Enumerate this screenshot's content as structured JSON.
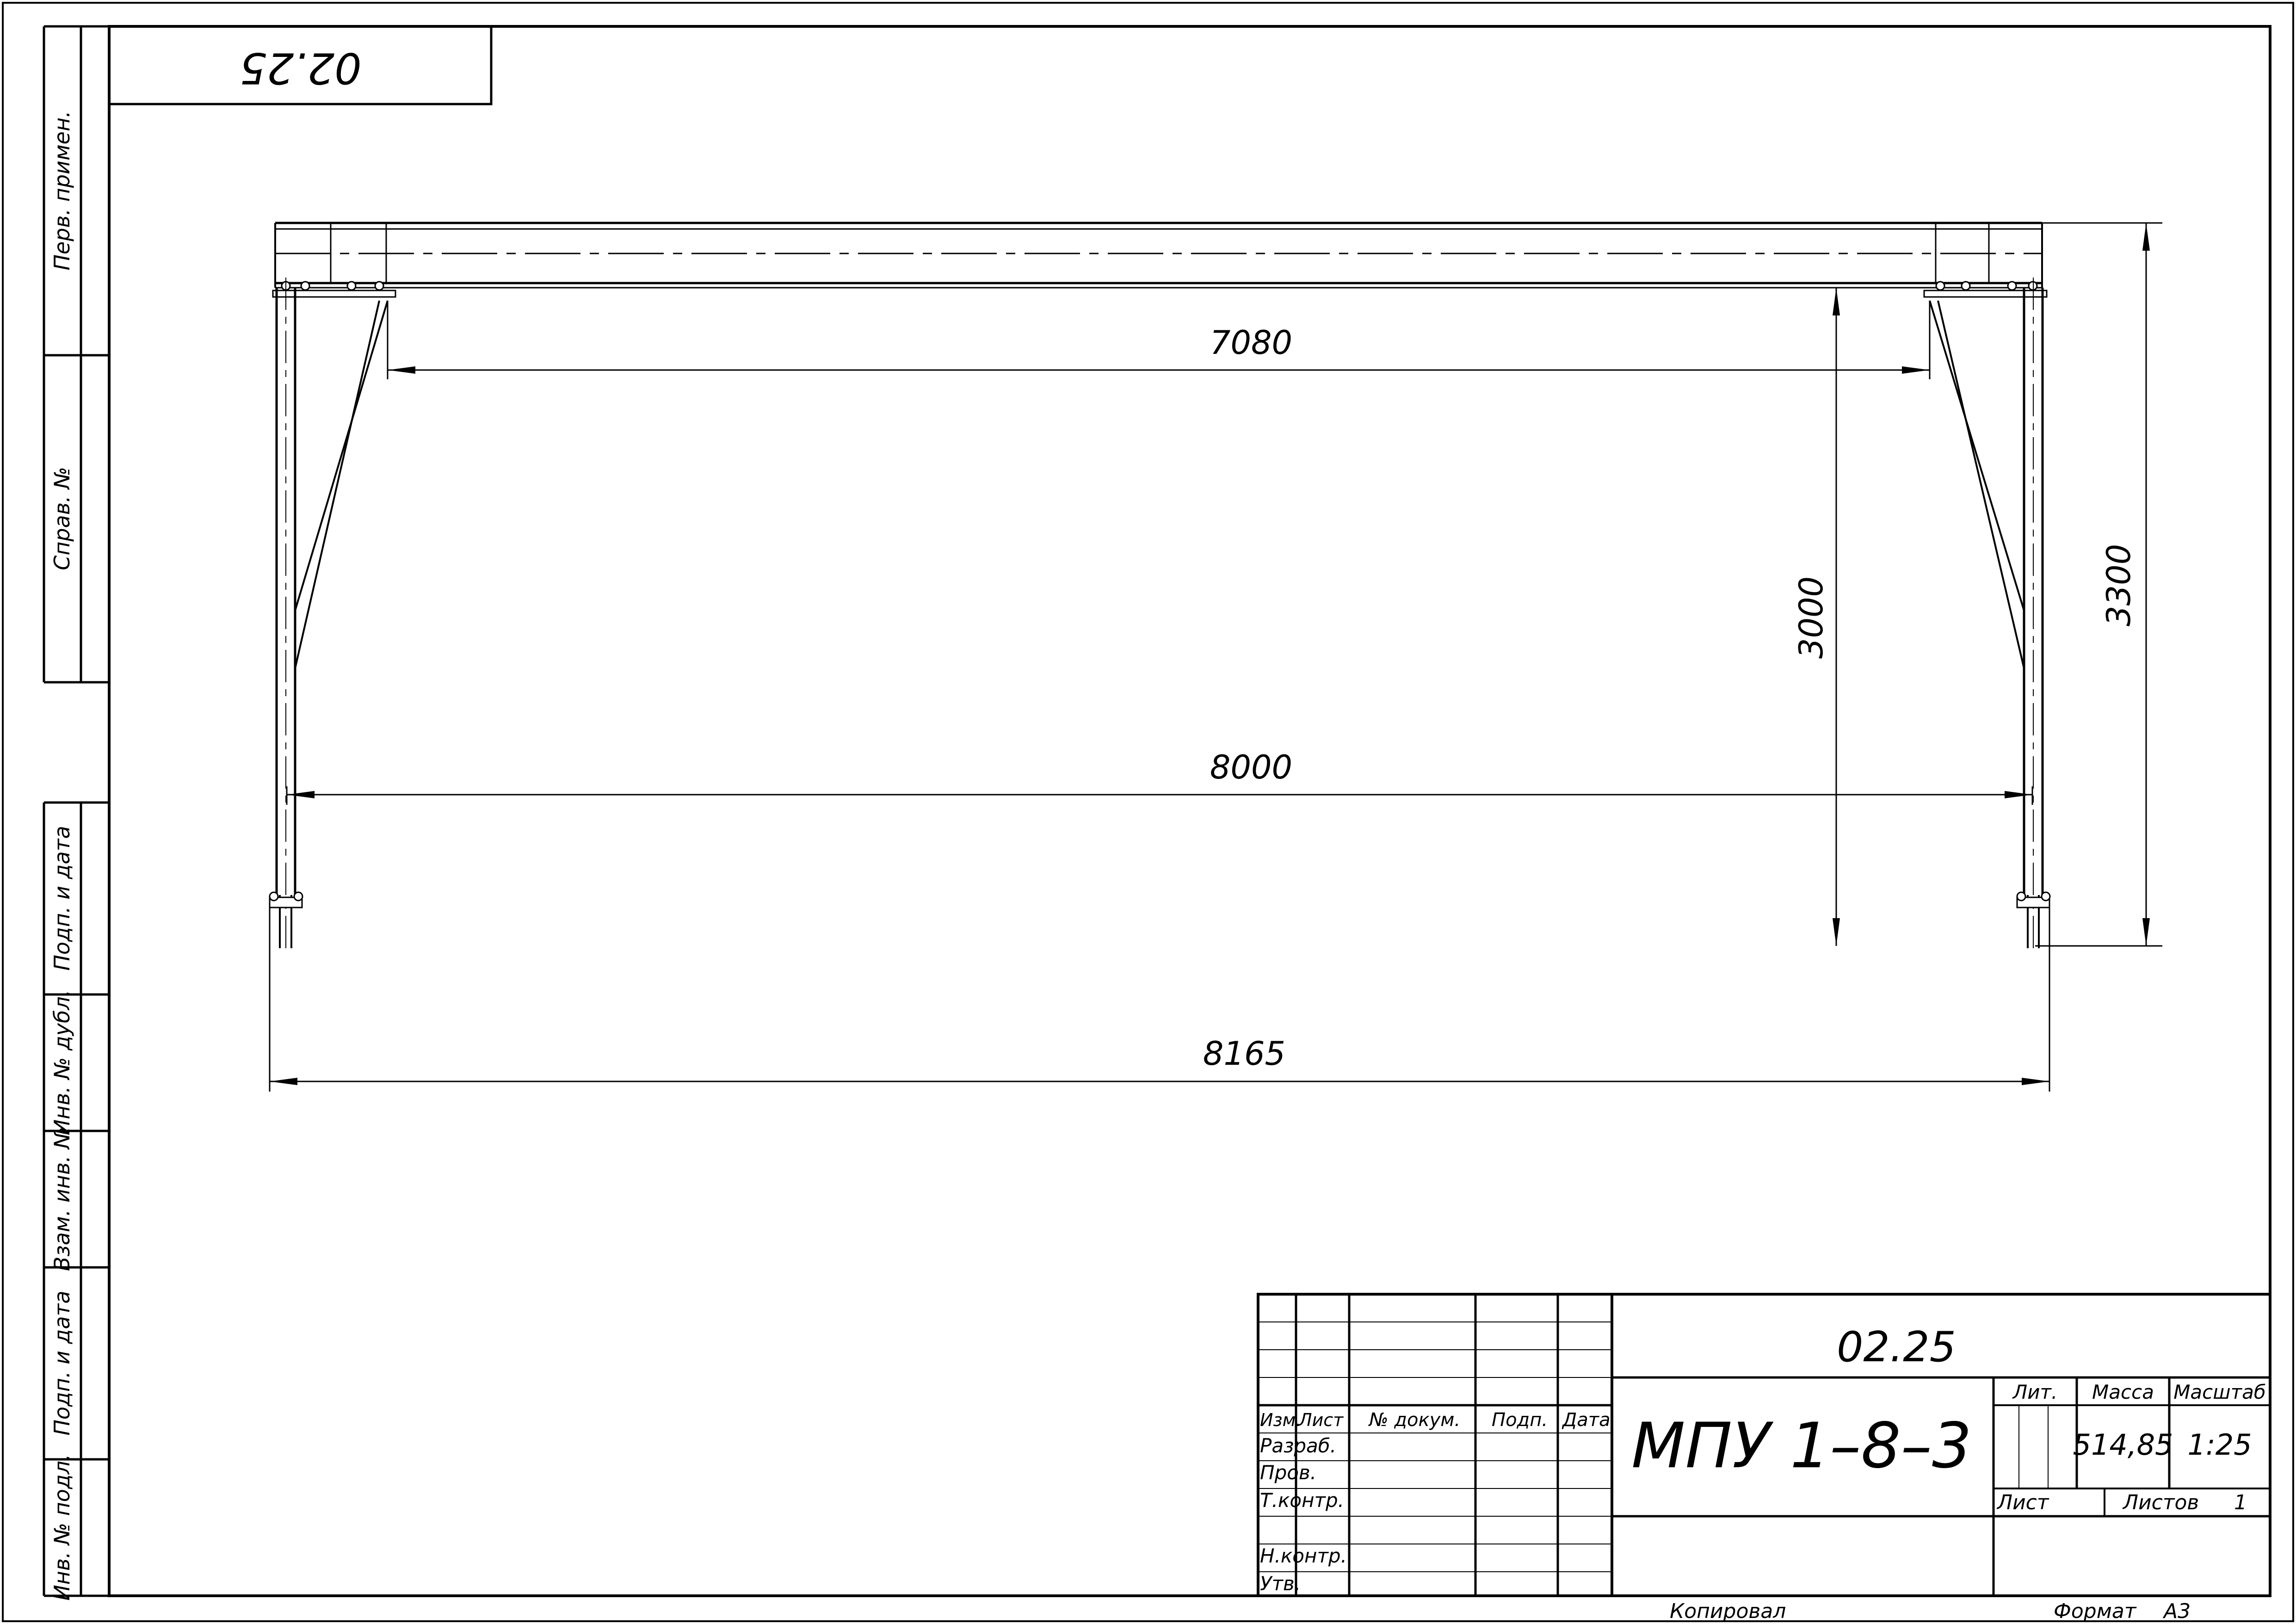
{
  "corner_stamp": {
    "code": "02.25"
  },
  "side_strip": {
    "perv_primen": "Перв. примен.",
    "sprav_no": "Справ. №",
    "podp_data_1": "Подп. и дата",
    "inv_dubl": "Инв. № дубл.",
    "vzam_inv": "Взам. инв. №",
    "podp_data_2": "Подп. и дата",
    "inv_podl": "Инв. № подл."
  },
  "dimensions": {
    "inner_top": "7080",
    "inner_bottom": "8000",
    "overall": "8165",
    "height_inner": "3000",
    "height_overall": "3300"
  },
  "title_block": {
    "code": "02.25",
    "name": "МПУ 1–8–3",
    "headers": {
      "izm": "Изм.",
      "list": "Лист",
      "doc": "№ докум.",
      "podp": "Подп.",
      "data": "Дата"
    },
    "roles": {
      "razrab": "Разраб.",
      "prov": "Пров.",
      "tkontr": "Т.контр.",
      "nkontr": "Н.контр.",
      "utv": "Утв."
    },
    "lit_label": "Лит.",
    "mass_label": "Масса",
    "scale_label": "Масштаб",
    "mass_value": "514,85",
    "scale_value": "1:25",
    "sheet_label": "Лист",
    "sheets_label": "Листов",
    "sheets_value": "1",
    "copied": "Копировал",
    "format_label": "Формат",
    "format_value": "А3"
  }
}
